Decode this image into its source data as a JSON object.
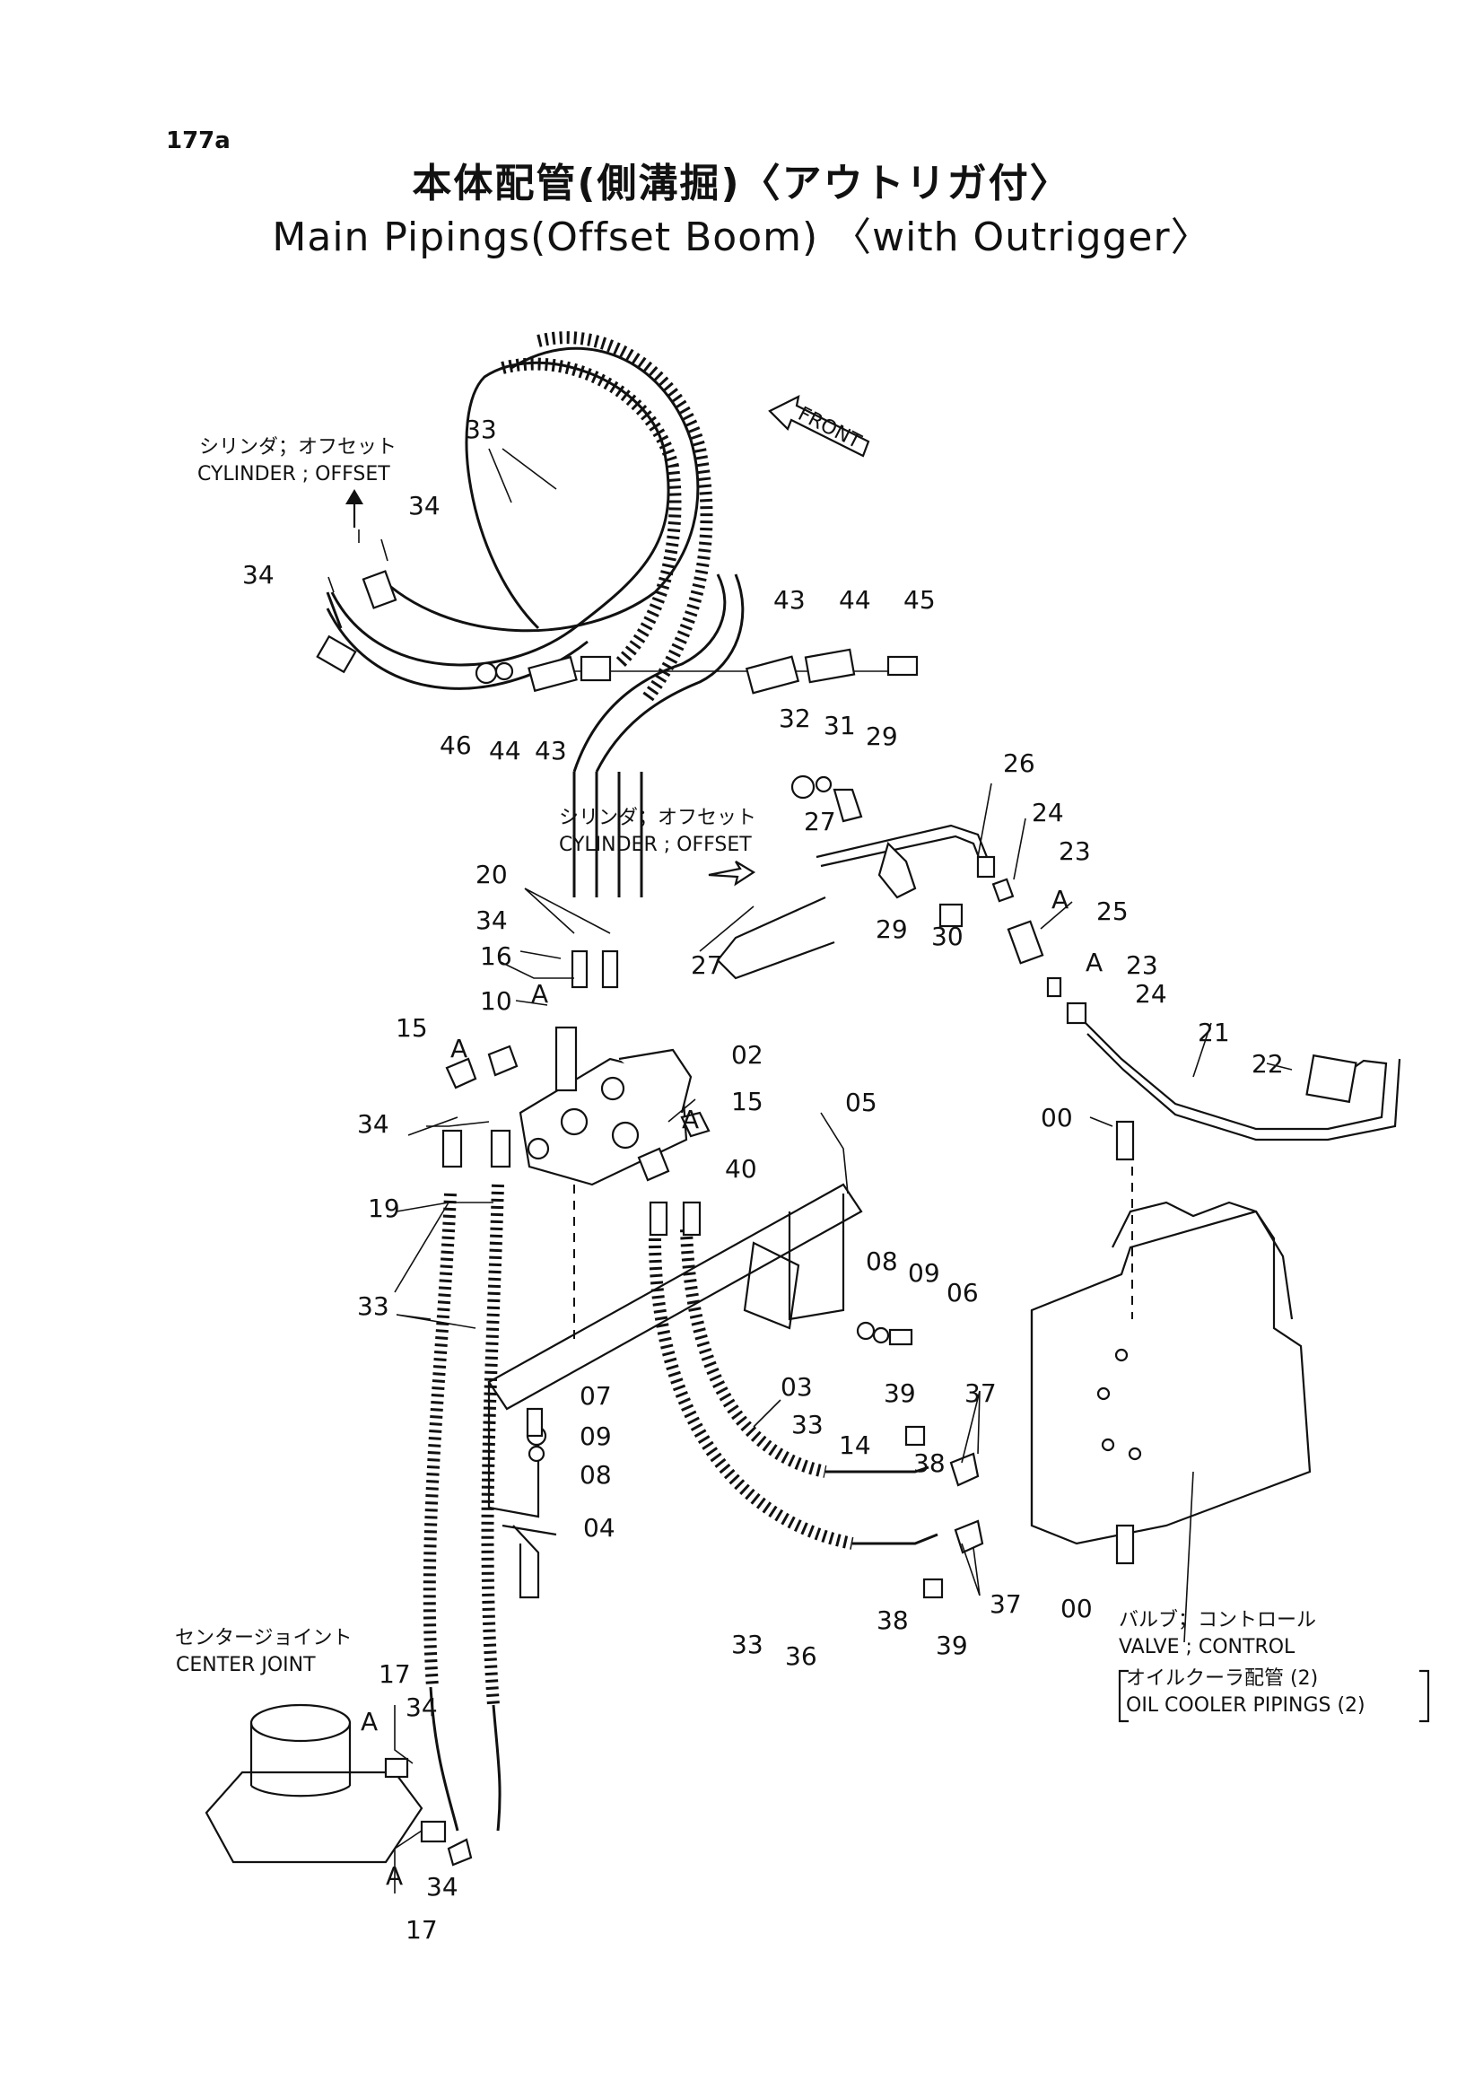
{
  "page_number": "177a",
  "title_jp": "本体配管(側溝掘)〈アウトリガ付〉",
  "title_en": "Main Pipings(Offset Boom) 〈with Outrigger〉",
  "front_label": "FRONT",
  "labels": {
    "cyl_offset_1_jp": "シリンダ；オフセット",
    "cyl_offset_1_en": "CYLINDER ; OFFSET",
    "cyl_offset_2_jp": "シリンダ；オフセット",
    "cyl_offset_2_en": "CYLINDER ; OFFSET",
    "center_joint_jp": "センタージョイント",
    "center_joint_en": "CENTER  JOINT",
    "valve_control_jp": "バルブ；コントロール",
    "valve_control_en": "VALVE ; CONTROL",
    "oil_cooler_jp": "オイルクーラ配管 (2)",
    "oil_cooler_en": "OIL COOLER  PIPINGS (2)"
  },
  "callouts": {
    "n33_top": "33",
    "n34_top_r": "34",
    "n34_top_l": "34",
    "n43_r": "43",
    "n44_r": "44",
    "n45": "45",
    "n46": "46",
    "n44_l": "44",
    "n43_l": "43",
    "n32": "32",
    "n31": "31",
    "n29_top": "29",
    "n26": "26",
    "n27_top": "27",
    "n24_top": "24",
    "n23_top": "23",
    "a_23_top": "A",
    "n25": "25",
    "n23_bot": "23",
    "a_23_bot": "A",
    "n24_bot": "24",
    "n20": "20",
    "n29_bot": "29",
    "n30": "30",
    "n27_bot": "27",
    "n34_mid": "34",
    "n16": "16",
    "a_16": "A",
    "n10": "10",
    "n02": "02",
    "n15_l": "15",
    "a_15_l": "A",
    "n15_r": "15",
    "a_15_r": "A",
    "n34_mid2": "34",
    "n05": "05",
    "n40": "40",
    "n21": "21",
    "n22": "22",
    "n00_top": "00",
    "n19": "19",
    "n08_r": "08",
    "n09_r": "09",
    "n06": "06",
    "n33_left": "33",
    "n03": "03",
    "n07": "07",
    "n09_l": "09",
    "n08_l": "08",
    "n04": "04",
    "n39_top": "39",
    "n37_top": "37",
    "n33_mid": "33",
    "n14": "14",
    "n38_top": "38",
    "n33_bot": "33",
    "n36": "36",
    "n38_bot": "38",
    "n39_bot": "39",
    "n37_bot": "37",
    "n00_bot": "00",
    "n17_top": "17",
    "a_17_top": "A",
    "n34_cj_top": "34",
    "a_17_bot": "A",
    "n34_cj_bot": "34",
    "n17_bot": "17"
  }
}
